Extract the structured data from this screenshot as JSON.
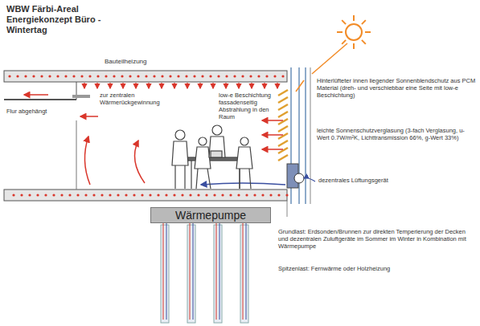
{
  "diagram": {
    "title": "WBW Färbi-Areal Energiekonzept Büro - Wintertag",
    "nodes": [
      {
        "text": [
          "Wärmepumpe"
        ]
      }
    ],
    "edges": [],
    "labels": [
      "Bauteilheizung",
      "Flur abgehängt",
      "zur zentralen Wärmerückgewinnung",
      "low-e Beschichtung fassadenseitig Abstrahlung in den Raum",
      "Hinterlüfteter innen liegender Sonnenblendschutz aus PCM Material (dreh- und verschiebbar eine Seite mit low-e Beschichtung)",
      "leichte Sonnenschutzverglasung (3-fach Verglasung, u-Wert 0.7W/m²K, Lichttransmission 66%, g-Wert 33%)",
      "dezentrales Lüftungsgerät",
      "Grundlast: Erdsonden/Brunnen zur direkten Temperierung der Decken und dezentralen Zuluftgeräte im Sommer im Winter in Kombination mit Wärmepumpe",
      "Spitzenlast: Fernwärme oder Holzheizung"
    ]
  }
}
